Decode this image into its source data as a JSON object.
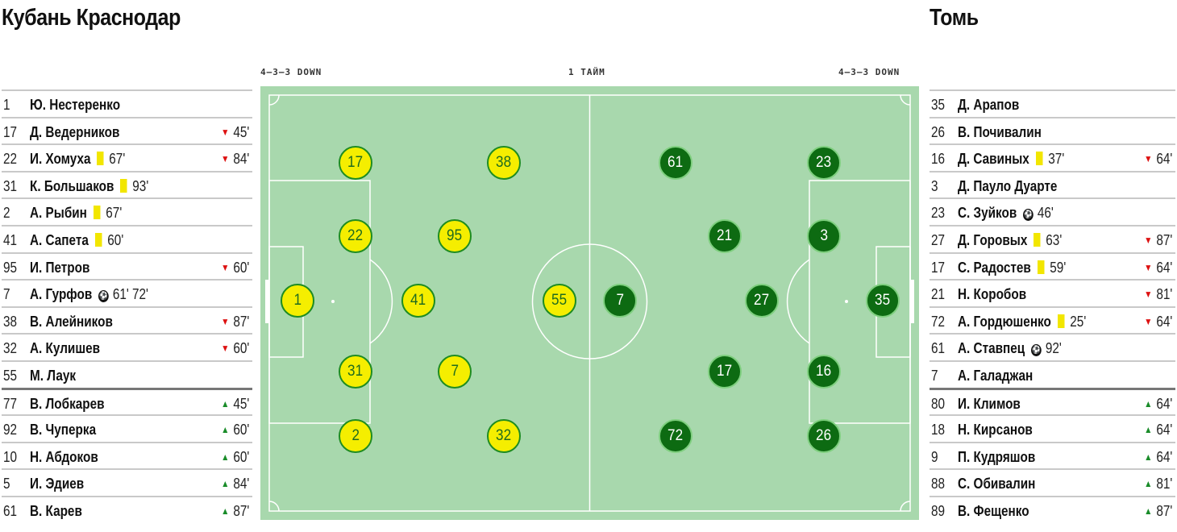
{
  "home": {
    "name": "Кубань Краснодар",
    "formation": "4–3–3 DOWN",
    "roster": [
      {
        "num": "1",
        "name": "Ю. Нестеренко",
        "events": "",
        "sub": "",
        "dir": ""
      },
      {
        "num": "17",
        "name": "Д. Ведерников",
        "events": "",
        "sub": "45'",
        "dir": "out"
      },
      {
        "num": "22",
        "name": "И. Хомуха",
        "card": "67'",
        "events": "",
        "sub": "84'",
        "dir": "out"
      },
      {
        "num": "31",
        "name": "К. Большаков",
        "card": "93'",
        "events": "",
        "sub": "",
        "dir": ""
      },
      {
        "num": "2",
        "name": "А. Рыбин",
        "card": "67'",
        "events": "",
        "sub": "",
        "dir": ""
      },
      {
        "num": "41",
        "name": "А. Сапета",
        "card": "60'",
        "events": "",
        "sub": "",
        "dir": ""
      },
      {
        "num": "95",
        "name": "И. Петров",
        "events": "",
        "sub": "60'",
        "dir": "out"
      },
      {
        "num": "7",
        "name": "А. Гурфов",
        "goal": "61' 72'",
        "events": "",
        "sub": "",
        "dir": ""
      },
      {
        "num": "38",
        "name": "В. Алейников",
        "events": "",
        "sub": "87'",
        "dir": "out"
      },
      {
        "num": "32",
        "name": "А. Кулишев",
        "events": "",
        "sub": "60'",
        "dir": "out"
      },
      {
        "num": "55",
        "name": "М. Лаук",
        "events": "",
        "sub": "",
        "dir": ""
      },
      {
        "num": "77",
        "name": "В. Лобкарев",
        "events": "",
        "sub": "45'",
        "dir": "in"
      },
      {
        "num": "92",
        "name": "В. Чуперка",
        "events": "",
        "sub": "60'",
        "dir": "in"
      },
      {
        "num": "10",
        "name": "Н. Абдоков",
        "events": "",
        "sub": "60'",
        "dir": "in"
      },
      {
        "num": "5",
        "name": "И. Эдиев",
        "events": "",
        "sub": "84'",
        "dir": "in"
      },
      {
        "num": "61",
        "name": "В. Карев",
        "events": "",
        "sub": "87'",
        "dir": "in"
      }
    ],
    "pitch_players": [
      "1",
      "17",
      "22",
      "31",
      "2",
      "41",
      "38",
      "95",
      "7",
      "32",
      "55"
    ]
  },
  "away": {
    "name": "Томь",
    "formation": "4–3–3 DOWN",
    "roster": [
      {
        "num": "35",
        "name": "Д. Арапов",
        "sub": "",
        "dir": ""
      },
      {
        "num": "26",
        "name": "В. Почивалин",
        "sub": "",
        "dir": ""
      },
      {
        "num": "16",
        "name": "Д. Савиных",
        "card": "37'",
        "sub": "64'",
        "dir": "out"
      },
      {
        "num": "3",
        "name": "Д. Пауло Дуарте",
        "sub": "",
        "dir": ""
      },
      {
        "num": "23",
        "name": "С. Зуйков",
        "goal": "46'",
        "sub": "",
        "dir": ""
      },
      {
        "num": "27",
        "name": "Д. Горовых",
        "card": "63'",
        "sub": "87'",
        "dir": "out"
      },
      {
        "num": "17",
        "name": "С. Радостев",
        "card": "59'",
        "sub": "64'",
        "dir": "out"
      },
      {
        "num": "21",
        "name": "Н. Коробов",
        "sub": "81'",
        "dir": "out"
      },
      {
        "num": "72",
        "name": "А. Гордюшенко",
        "card": "25'",
        "sub": "64'",
        "dir": "out"
      },
      {
        "num": "61",
        "name": "А. Ставпец",
        "goal": "92'",
        "sub": "",
        "dir": ""
      },
      {
        "num": "7",
        "name": "А. Галаджан",
        "sub": "",
        "dir": ""
      },
      {
        "num": "80",
        "name": "И. Климов",
        "sub": "64'",
        "dir": "in"
      },
      {
        "num": "18",
        "name": "Н. Кирсанов",
        "sub": "64'",
        "dir": "in"
      },
      {
        "num": "9",
        "name": "П. Кудряшов",
        "sub": "64'",
        "dir": "in"
      },
      {
        "num": "88",
        "name": "С. Обивалин",
        "sub": "81'",
        "dir": "in"
      },
      {
        "num": "89",
        "name": "В. Фещенко",
        "sub": "87'",
        "dir": "in"
      }
    ],
    "pitch_players": [
      "61",
      "23",
      "21",
      "3",
      "7",
      "27",
      "35",
      "17",
      "16",
      "72",
      "26"
    ]
  },
  "half_label": "1 ТАЙМ",
  "colors": {
    "pitch": "#a8d8ad",
    "home": "#f5ee00",
    "away": "#0d6b12",
    "yellow_card": "#f2e600",
    "sub_out": "#dd1111",
    "sub_in": "#1a8c2a"
  }
}
